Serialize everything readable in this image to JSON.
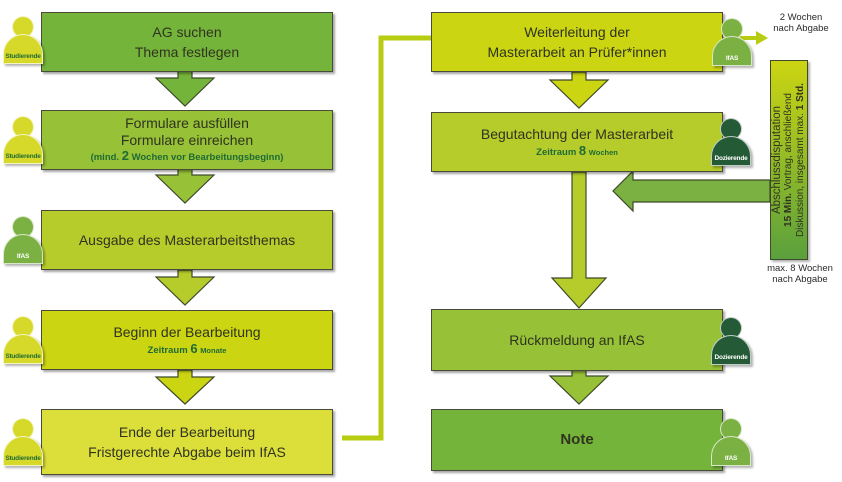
{
  "colors": {
    "step1": "#75b43a",
    "step2": "#97c136",
    "step3": "#b6cc2a",
    "step4": "#ccd512",
    "step5": "#dcdf3a",
    "connector": "#b8cc12",
    "role_studierende": "#d6d92a",
    "role_ifas": "#7bb043",
    "role_dozierende": "#245a36",
    "accent_text": "#1f6b35"
  },
  "left_column": [
    {
      "lines": [
        "AG suchen",
        "Thema festlegen"
      ],
      "role": "Studierende"
    },
    {
      "lines": [
        "Formulare ausfüllen",
        "Formulare einreichen"
      ],
      "sub": {
        "prefix": "(mind.",
        "number": "2",
        "suffix": "Wochen vor Bearbeitungsbeginn)"
      },
      "role": "Studierende"
    },
    {
      "lines": [
        "Ausgabe des Masterarbeitsthemas"
      ],
      "role": "IfAS"
    },
    {
      "lines": [
        "Beginn der Bearbeitung"
      ],
      "sub": {
        "prefix": "Zeitraum",
        "number": "6",
        "suffix": "Monate"
      },
      "role": "Studierende"
    },
    {
      "lines": [
        "Ende der Bearbeitung",
        "Fristgerechte Abgabe beim IfAS"
      ],
      "role": "Studierende"
    }
  ],
  "right_column": [
    {
      "lines": [
        "Weiterleitung der",
        "Masterarbeit an Prüfer*innen"
      ],
      "role": "IfAS"
    },
    {
      "lines": [
        "Begutachtung der Masterarbeit"
      ],
      "sub": {
        "prefix": "Zeitraum",
        "number": "8",
        "suffix": "Wochen"
      },
      "role": "Dozierende"
    },
    {
      "lines": [
        "Rückmeldung an IfAS"
      ],
      "role": "Dozierende"
    },
    {
      "lines": [
        "Note"
      ],
      "role": "IfAS"
    }
  ],
  "disputation": {
    "top_note": [
      "2 Wochen",
      "nach Abgabe"
    ],
    "title": "Abschlussdisputation",
    "line2_bold": "15 Min.",
    "line2_rest": "Vortrag, anschließend",
    "line3_rest": "Diskussion, insgesamt max.",
    "line3_bold": "1 Std.",
    "bottom_note": [
      "max. 8 Wochen",
      "nach Abgabe"
    ]
  }
}
